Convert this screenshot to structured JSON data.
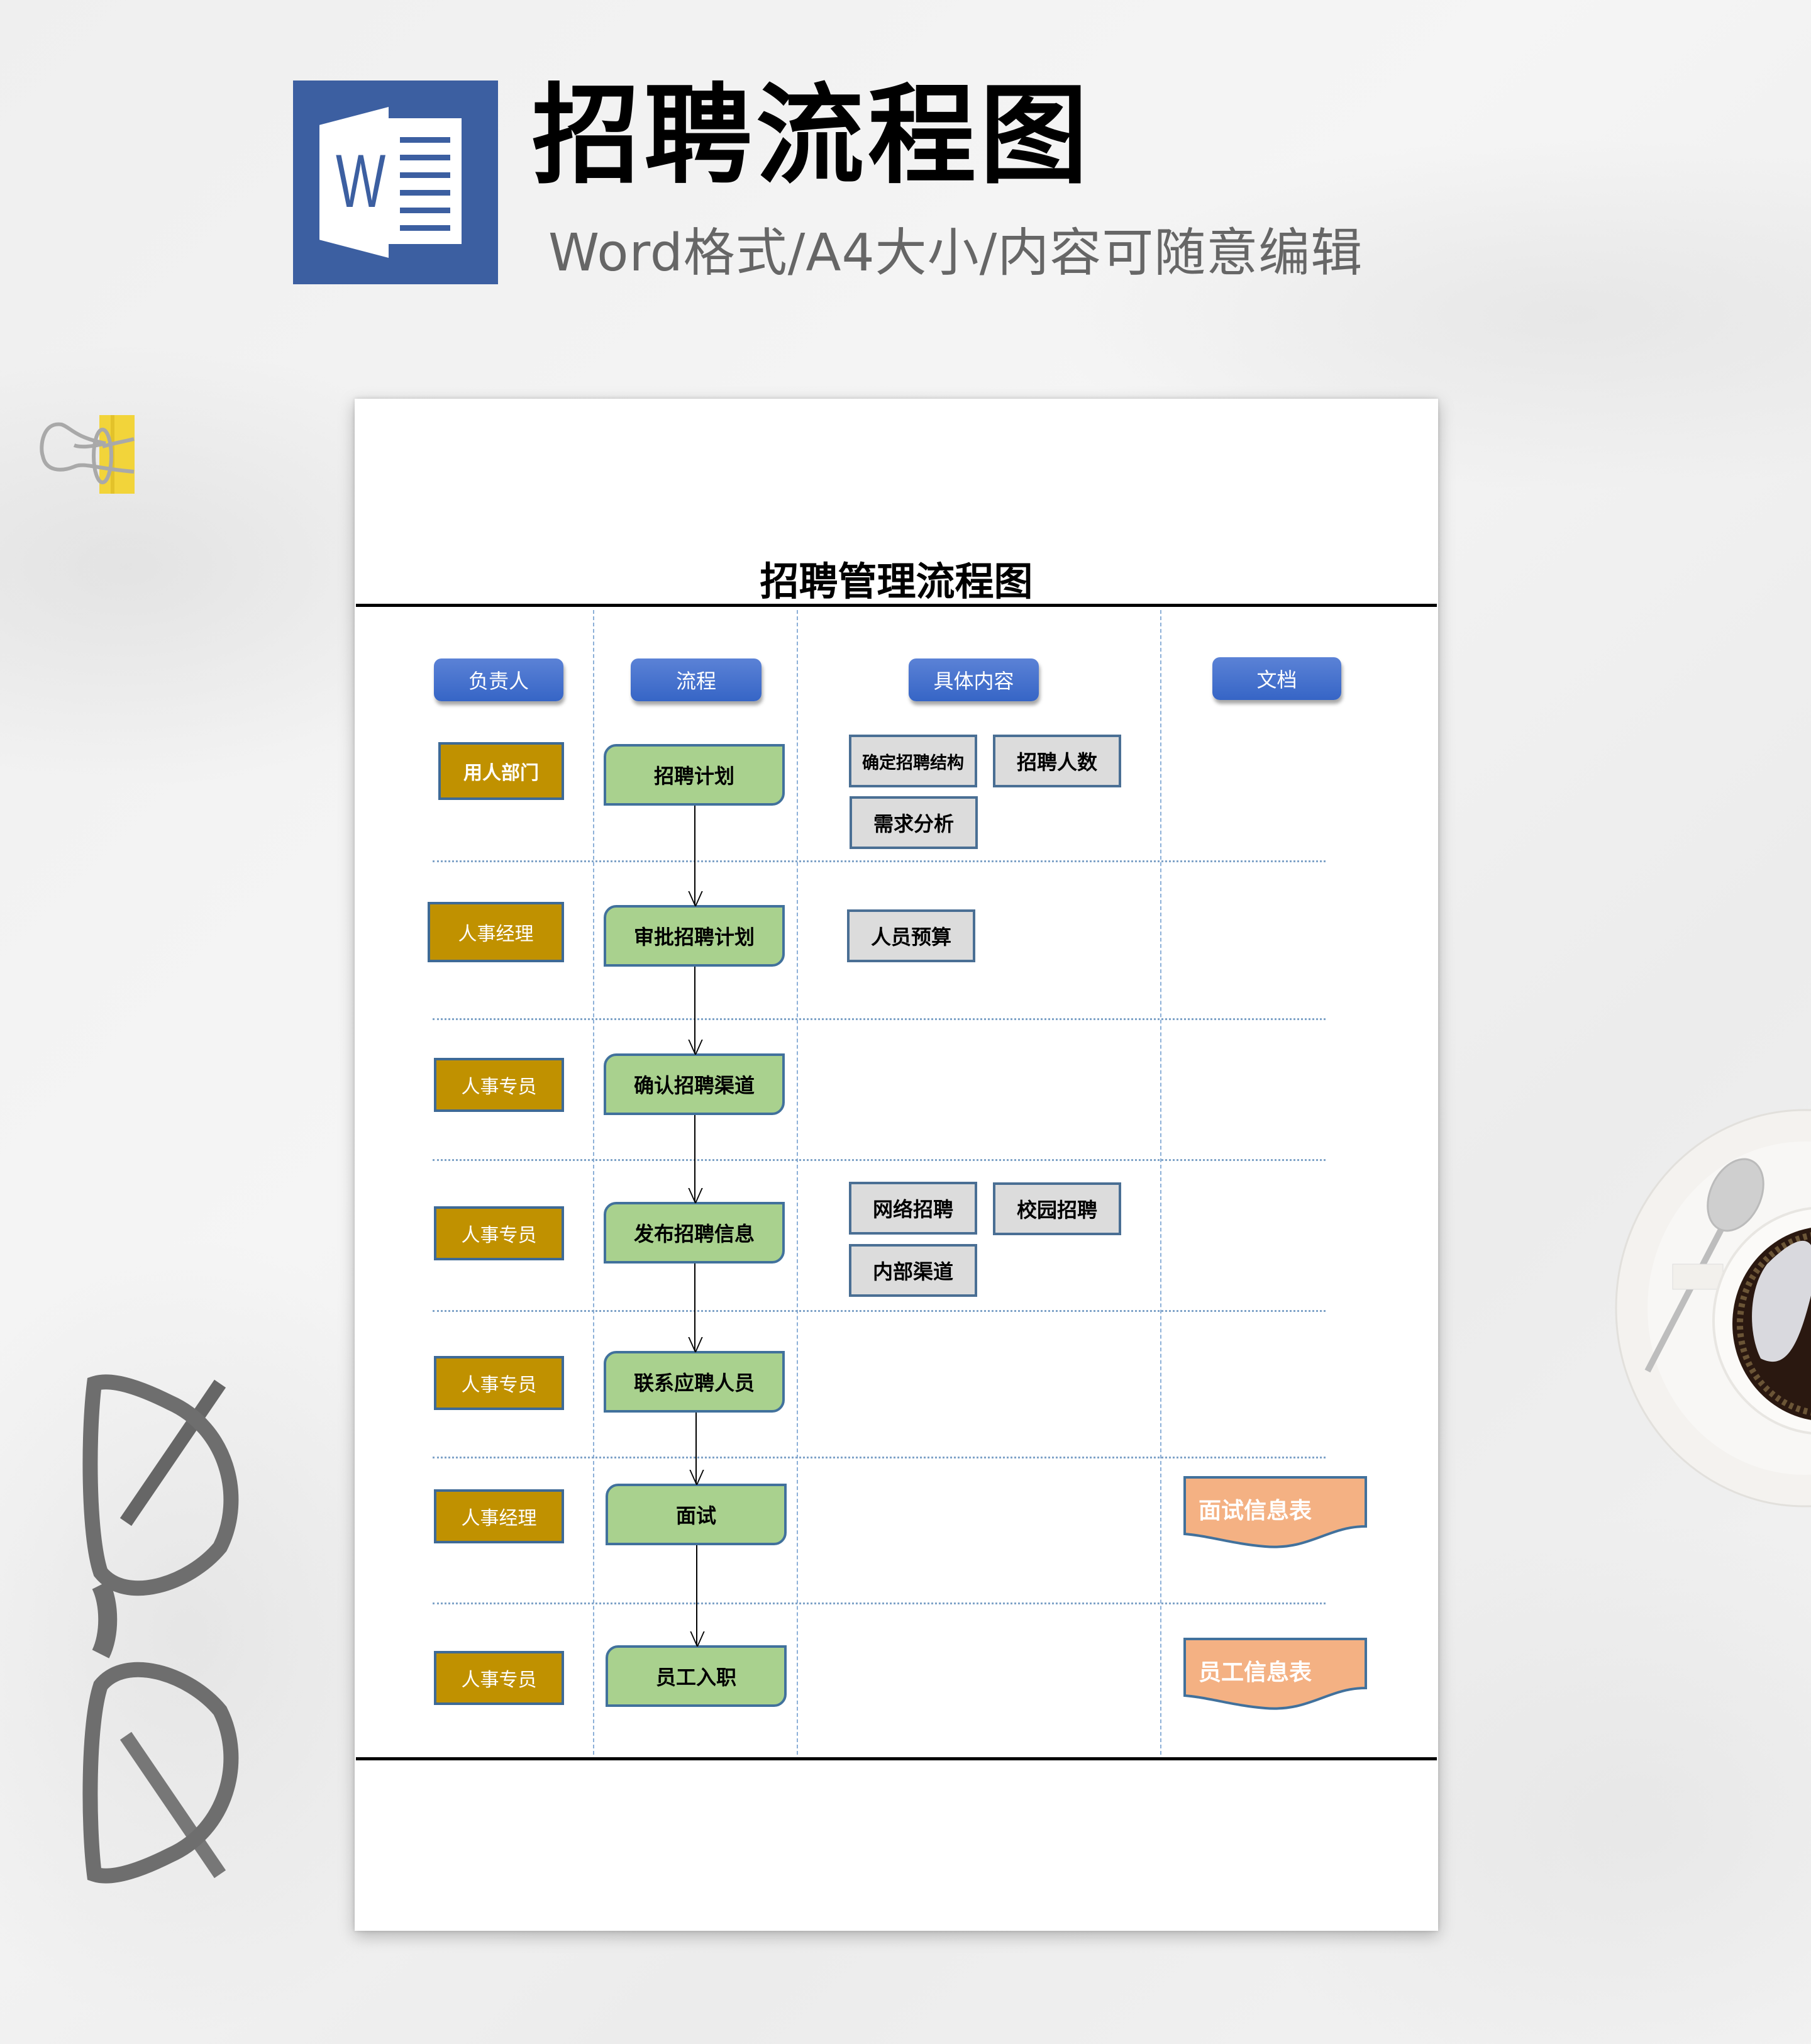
{
  "header": {
    "title": "招聘流程图",
    "subtitle": "Word格式/A4大小/内容可随意编辑",
    "icon": "word-document-icon",
    "icon_letter": "W",
    "icon_color": "#3c5fa1"
  },
  "document": {
    "title": "招聘管理流程图",
    "columns": [
      {
        "label": "负责人"
      },
      {
        "label": "流程"
      },
      {
        "label": "具体内容"
      },
      {
        "label": "文档"
      }
    ],
    "rows": [
      {
        "owner": "用人部门",
        "step": "招聘计划",
        "details": [
          "确定招聘结构",
          "招聘人数",
          "需求分析"
        ],
        "doc": null
      },
      {
        "owner": "人事经理",
        "step": "审批招聘计划",
        "details": [
          "人员预算"
        ],
        "doc": null
      },
      {
        "owner": "人事专员",
        "step": "确认招聘渠道",
        "details": [],
        "doc": null
      },
      {
        "owner": "人事专员",
        "step": "发布招聘信息",
        "details": [
          "网络招聘",
          "校园招聘",
          "内部渠道"
        ],
        "doc": null
      },
      {
        "owner": "人事专员",
        "step": "联系应聘人员",
        "details": [],
        "doc": null
      },
      {
        "owner": "人事经理",
        "step": "面试",
        "details": [],
        "doc": "面试信息表"
      },
      {
        "owner": "人事专员",
        "step": "员工入职",
        "details": [],
        "doc": "员工信息表"
      }
    ],
    "colors": {
      "header_pill": "#3f6fcc",
      "owner_box": "#c09100",
      "step_box": "#a9d18e",
      "detail_box": "#dcdcdc",
      "doc_box": "#f4b183",
      "border": "#41719c"
    }
  },
  "decorations": [
    "binder-clip",
    "eyeglasses",
    "coffee-cup"
  ]
}
